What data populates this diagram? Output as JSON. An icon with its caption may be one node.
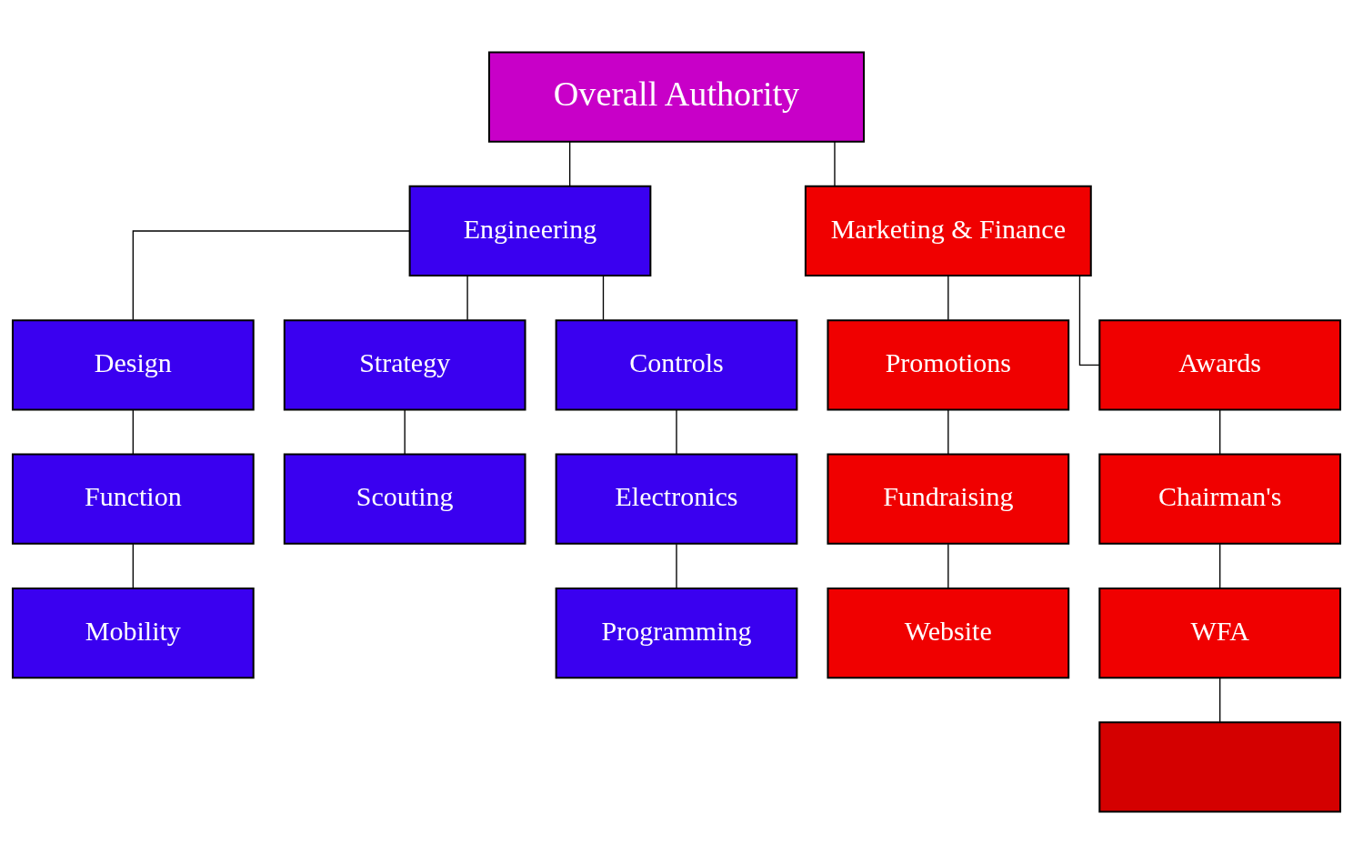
{
  "diagram": {
    "nodes": [
      {
        "text": [
          "Overall Authority"
        ]
      },
      {
        "text": [
          "Engineering"
        ]
      },
      {
        "text": [
          "Marketing & Finance"
        ]
      },
      {
        "text": [
          "Design"
        ]
      },
      {
        "text": [
          "Strategy"
        ]
      },
      {
        "text": [
          "Controls"
        ]
      },
      {
        "text": [
          "Promotions"
        ]
      },
      {
        "text": [
          "Awards"
        ]
      },
      {
        "text": [
          "Function"
        ]
      },
      {
        "text": [
          "Scouting"
        ]
      },
      {
        "text": [
          "Electronics"
        ]
      },
      {
        "text": [
          "Fundraising"
        ]
      },
      {
        "text": [
          "Chairman's"
        ]
      },
      {
        "text": [
          "Mobility"
        ]
      },
      {
        "text": [
          "Programming"
        ]
      },
      {
        "text": [
          "Website"
        ]
      },
      {
        "text": [
          "WFA"
        ]
      },
      {
        "text": [],
        "shape": "box"
      }
    ],
    "edges": [
      {
        "from": 0,
        "to": 1,
        "arrow": "none"
      },
      {
        "from": 0,
        "to": 2,
        "arrow": "none"
      },
      {
        "from": 1,
        "to": 3,
        "arrow": "none"
      },
      {
        "from": 1,
        "to": 4,
        "arrow": "none"
      },
      {
        "from": 1,
        "to": 5,
        "arrow": "none"
      },
      {
        "from": 2,
        "to": 6,
        "arrow": "none"
      },
      {
        "from": 2,
        "to": 7,
        "arrow": "none"
      },
      {
        "from": 3,
        "to": 8,
        "arrow": "none"
      },
      {
        "from": 8,
        "to": 13,
        "arrow": "none"
      },
      {
        "from": 4,
        "to": 9,
        "arrow": "none"
      },
      {
        "from": 5,
        "to": 10,
        "arrow": "none"
      },
      {
        "from": 10,
        "to": 14,
        "arrow": "none"
      },
      {
        "from": 6,
        "to": 11,
        "arrow": "none"
      },
      {
        "from": 11,
        "to": 15,
        "arrow": "none"
      },
      {
        "from": 7,
        "to": 12,
        "arrow": "none"
      },
      {
        "from": 12,
        "to": 16,
        "arrow": "none"
      },
      {
        "from": 16,
        "to": 17,
        "arrow": "none"
      }
    ]
  }
}
